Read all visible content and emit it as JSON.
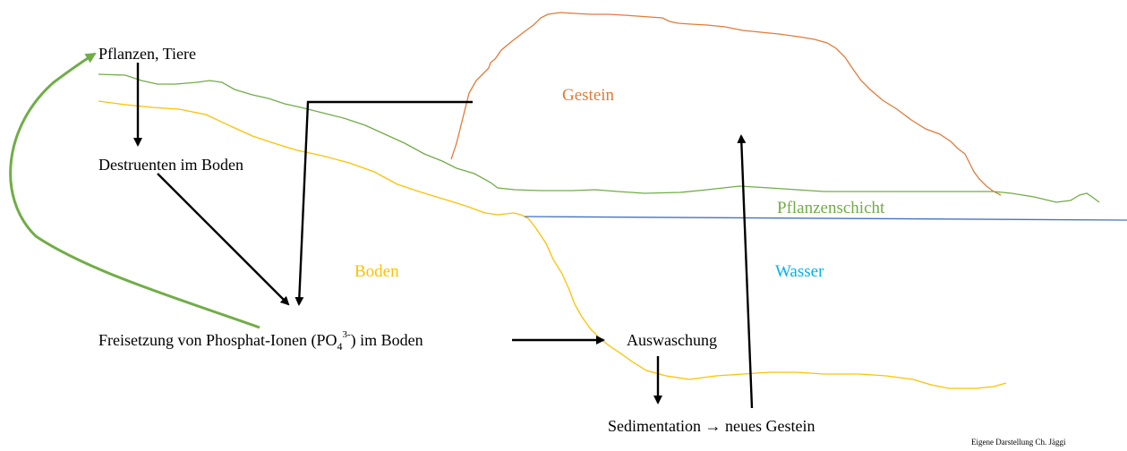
{
  "labels": {
    "plants_animals": "Pflanzen, Tiere",
    "decomposers": "Destruenten im Boden",
    "release_prefix": "Freisetzung von Phosphat-Ionen (PO",
    "release_sub": "4",
    "release_sup": "3-",
    "release_suffix": ") im Boden",
    "leaching": "Auswaschung",
    "sedimentation": "Sedimentation → neues Gestein"
  },
  "regions": {
    "rock": "Gestein",
    "plant_layer": "Pflanzenschicht",
    "soil": "Boden",
    "water": "Wasser"
  },
  "credit": "Eigene Darstellung Ch. Jäggi",
  "colors": {
    "rock": "#e07b39",
    "plant_layer": "#70ad47",
    "soil": "#ffc000",
    "water": "#4472c4",
    "water_label": "#00b0f0",
    "arrows": "#000000",
    "cycle_arrow": "#70ad47"
  }
}
